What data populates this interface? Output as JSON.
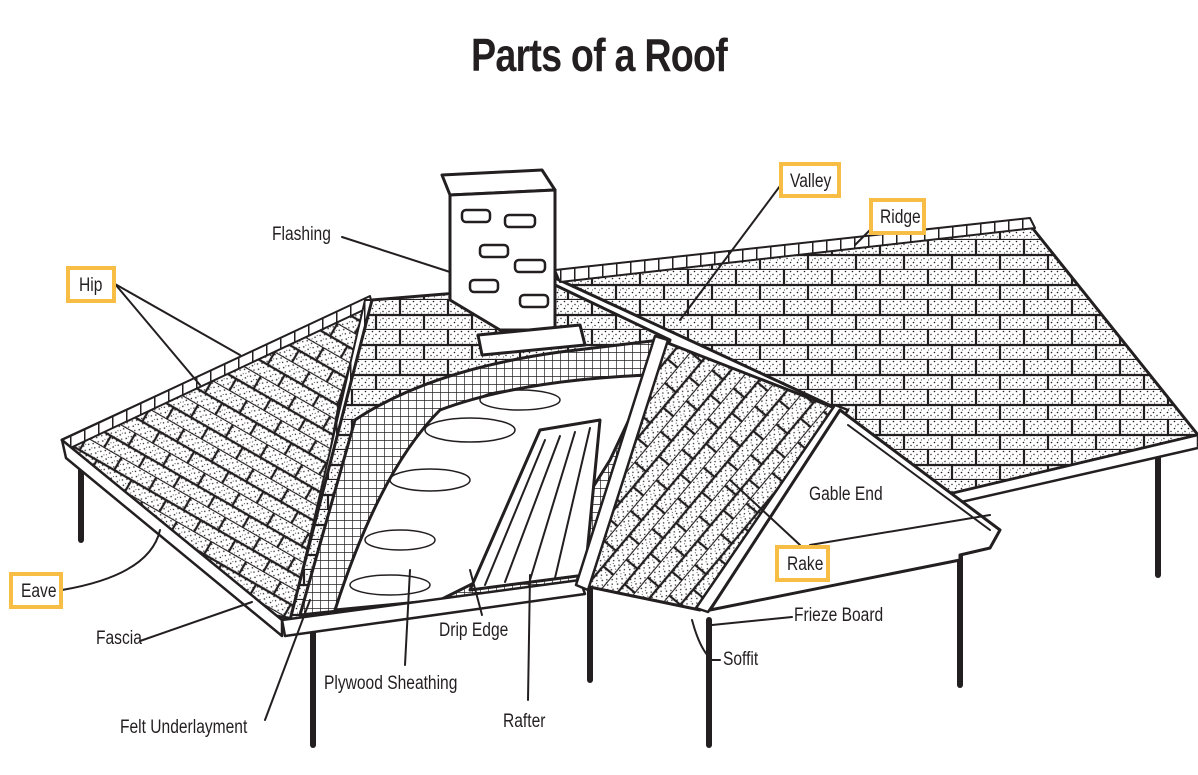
{
  "title": "Parts of a Roof",
  "highlight_color": "#F8BD45",
  "line_color": "#231F20",
  "labels": {
    "hip": "Hip",
    "eave": "Eave",
    "fascia": "Fascia",
    "felt_underlayment": "Felt Underlayment",
    "flashing": "Flashing",
    "plywood_sheathing": "Plywood Sheathing",
    "drip_edge": "Drip Edge",
    "rafter": "Rafter",
    "valley": "Valley",
    "ridge": "Ridge",
    "gable_end": "Gable End",
    "rake": "Rake",
    "frieze_board": "Frieze Board",
    "soffit": "Soffit"
  },
  "highlighted_labels": [
    "Hip",
    "Eave",
    "Valley",
    "Ridge",
    "Rake"
  ]
}
